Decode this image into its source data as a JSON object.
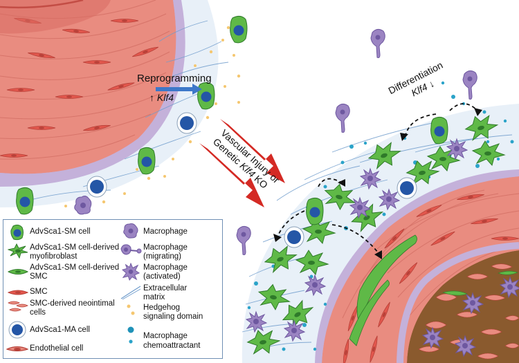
{
  "labels": {
    "reprogramming": "Reprogramming",
    "klf4_up_arrow": "↑",
    "klf4_up_gene": "Klf4",
    "differentiation": "Differentiation",
    "klf4_down_gene": "Klf4",
    "klf4_down_arrow": "↓",
    "injury_line1": "Vascular Injury or",
    "injury_line2_prefix": "Genetic ",
    "injury_line2_gene": "Klf4",
    "injury_line2_suffix": " KO"
  },
  "legend": {
    "items": [
      {
        "key": "advsca1_sm_cell",
        "icon": "green-cell-icon",
        "text": [
          "AdvSca1-SM cell"
        ]
      },
      {
        "key": "myofibroblast",
        "icon": "myofibroblast-icon",
        "text": [
          "AdvSca1-SM cell-derived",
          "myofibroblast"
        ]
      },
      {
        "key": "advsca1_smc",
        "icon": "green-smc-icon",
        "text": [
          "AdvSca1-SM cell-derived",
          "SMC"
        ]
      },
      {
        "key": "smc",
        "icon": "smc-icon",
        "text": [
          "SMC"
        ]
      },
      {
        "key": "neointimal",
        "icon": "neointimal-cells-icon",
        "text": [
          "SMC-derived neointimal",
          "cells"
        ]
      },
      {
        "key": "advsca1_ma",
        "icon": "ma-cell-icon",
        "text": [
          "AdvSca1-MA cell"
        ]
      },
      {
        "key": "endothelial",
        "icon": "endothelial-cell-icon",
        "text": [
          "Endothelial cell"
        ]
      },
      {
        "key": "macrophage",
        "icon": "macrophage-icon",
        "text": [
          "Macrophage"
        ]
      },
      {
        "key": "macrophage_migrating",
        "icon": "macrophage-migrating-icon",
        "text": [
          "Macrophage",
          "(migrating)"
        ]
      },
      {
        "key": "macrophage_activated",
        "icon": "macrophage-activated-icon",
        "text": [
          "Macrophage",
          "(activated)"
        ]
      },
      {
        "key": "ecm",
        "icon": "extracellular-matrix-icon",
        "text": [
          "Extracellular",
          "matrix"
        ]
      },
      {
        "key": "hedgehog",
        "icon": "hedgehog-dots-icon",
        "text": [
          "Hedgehog",
          "signaling domain"
        ]
      },
      {
        "key": "chemoattractant",
        "icon": "chemoattractant-dots-icon",
        "text": [
          "Macrophage",
          "chemoattractant"
        ]
      }
    ]
  },
  "colors": {
    "adventitia": "#e8f0f8",
    "smc_red": "#e87e72",
    "smc_dark": "#c9554c",
    "elastic_purple": "#b9a6cf",
    "green_cell": "#5fb947",
    "green_dark": "#2f7a2a",
    "nucleus_blue": "#2456a6",
    "macrophage": "#9b84c2",
    "macrophage_dark": "#6e58a0",
    "chemo": "#2aa3c9",
    "hedgehog": "#f5c770",
    "arrow_red": "#d42a24",
    "arrow_blue": "#3d78c9",
    "neointima_brown": "#8a5a2e",
    "legend_border": "#6f8fb4"
  }
}
